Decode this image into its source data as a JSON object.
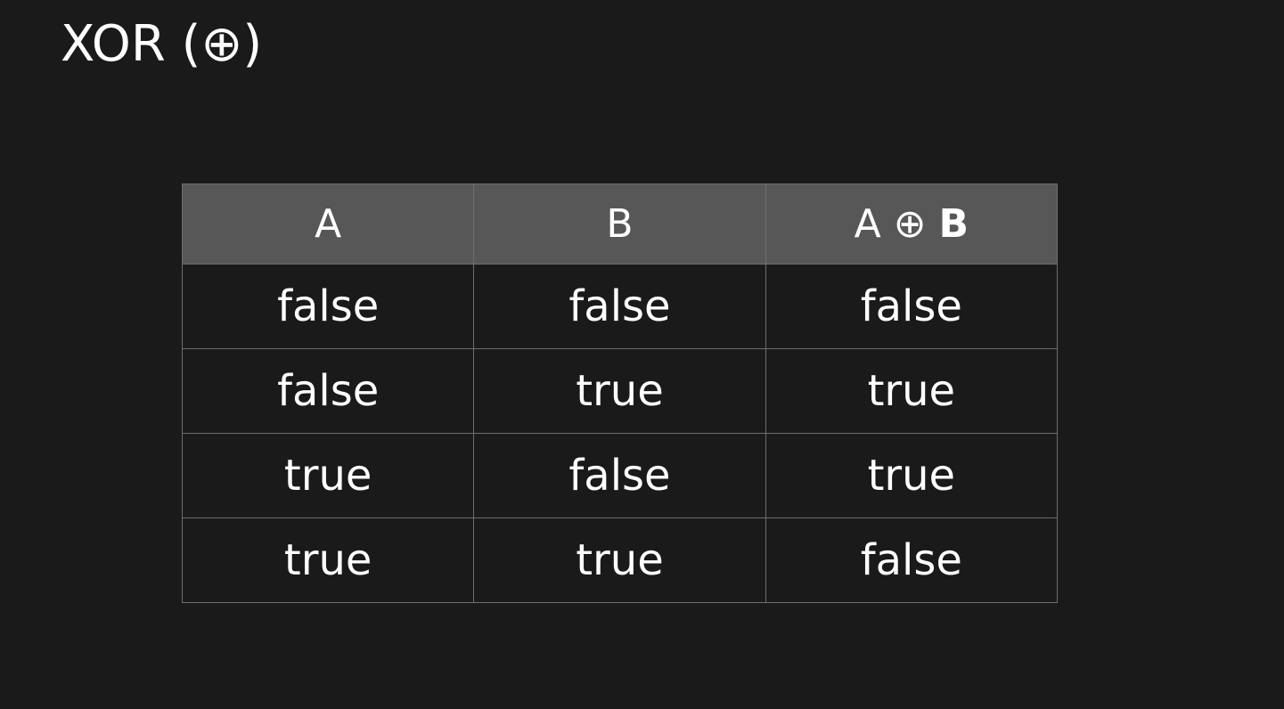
{
  "title": "XOR (⊕)",
  "table": {
    "headers": {
      "a": "A",
      "b": "B",
      "result_left": "A ⊕",
      "result_right": "B"
    },
    "rows": [
      [
        "false",
        "false",
        "false"
      ],
      [
        "false",
        "true",
        "true"
      ],
      [
        "true",
        "false",
        "true"
      ],
      [
        "true",
        "true",
        "false"
      ]
    ]
  },
  "colors": {
    "background": "#1a1a1a",
    "header_background": "#575757",
    "grid_line": "#6e6e6e",
    "text": "#ffffff"
  }
}
